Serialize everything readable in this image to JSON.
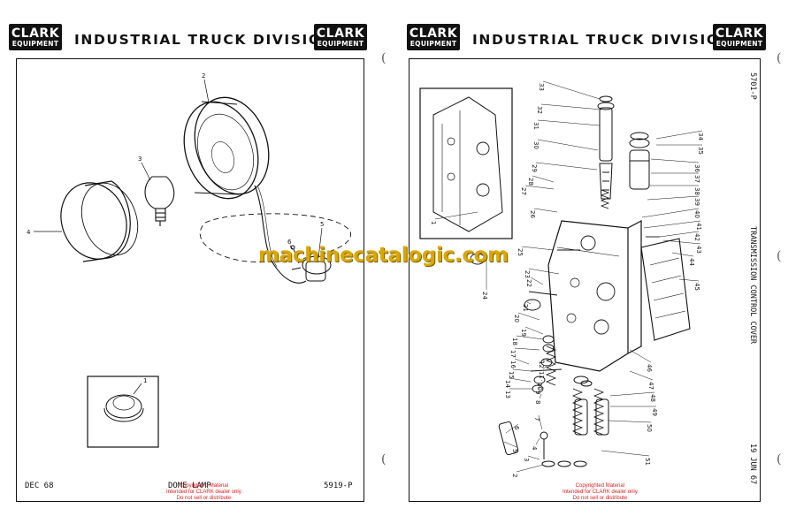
{
  "left_page": {
    "logo": {
      "brand": "CLARK",
      "sub": "EQUIPMENT"
    },
    "title": "INDUSTRIAL TRUCK DIVISION",
    "footer": {
      "date": "DEC 68",
      "caption": "DOME LAMP",
      "page_no": "5919-P"
    },
    "callouts": [
      "1",
      "2",
      "3",
      "4",
      "5",
      "6"
    ],
    "copyright": [
      "Copyrighted Material",
      "Intended for CLARK dealer only",
      "Do not sell or distribute"
    ]
  },
  "right_page": {
    "logo": {
      "brand": "CLARK",
      "sub": "EQUIPMENT"
    },
    "title": "INDUSTRIAL TRUCK DIVISION",
    "side_page_no": "5701-P",
    "side_caption": "TRANSMISSION CONTROL COVER",
    "side_date": "19 JUN 67",
    "callouts": [
      "1",
      "2",
      "3",
      "4",
      "5",
      "6",
      "7",
      "8",
      "9",
      "10",
      "11",
      "12",
      "13",
      "14",
      "15",
      "16",
      "17",
      "18",
      "19",
      "20",
      "21",
      "22",
      "23",
      "24",
      "25",
      "26",
      "27",
      "28",
      "29",
      "30",
      "31",
      "32",
      "33",
      "34",
      "35",
      "36",
      "37",
      "38",
      "39",
      "40",
      "41",
      "42",
      "43",
      "44",
      "45",
      "46",
      "47",
      "48",
      "49",
      "50",
      "51"
    ],
    "copyright": [
      "Copyrighted Material",
      "Intended for CLARK dealer only",
      "Do not sell or distribute"
    ]
  },
  "watermark": "machinecatalogic.com"
}
